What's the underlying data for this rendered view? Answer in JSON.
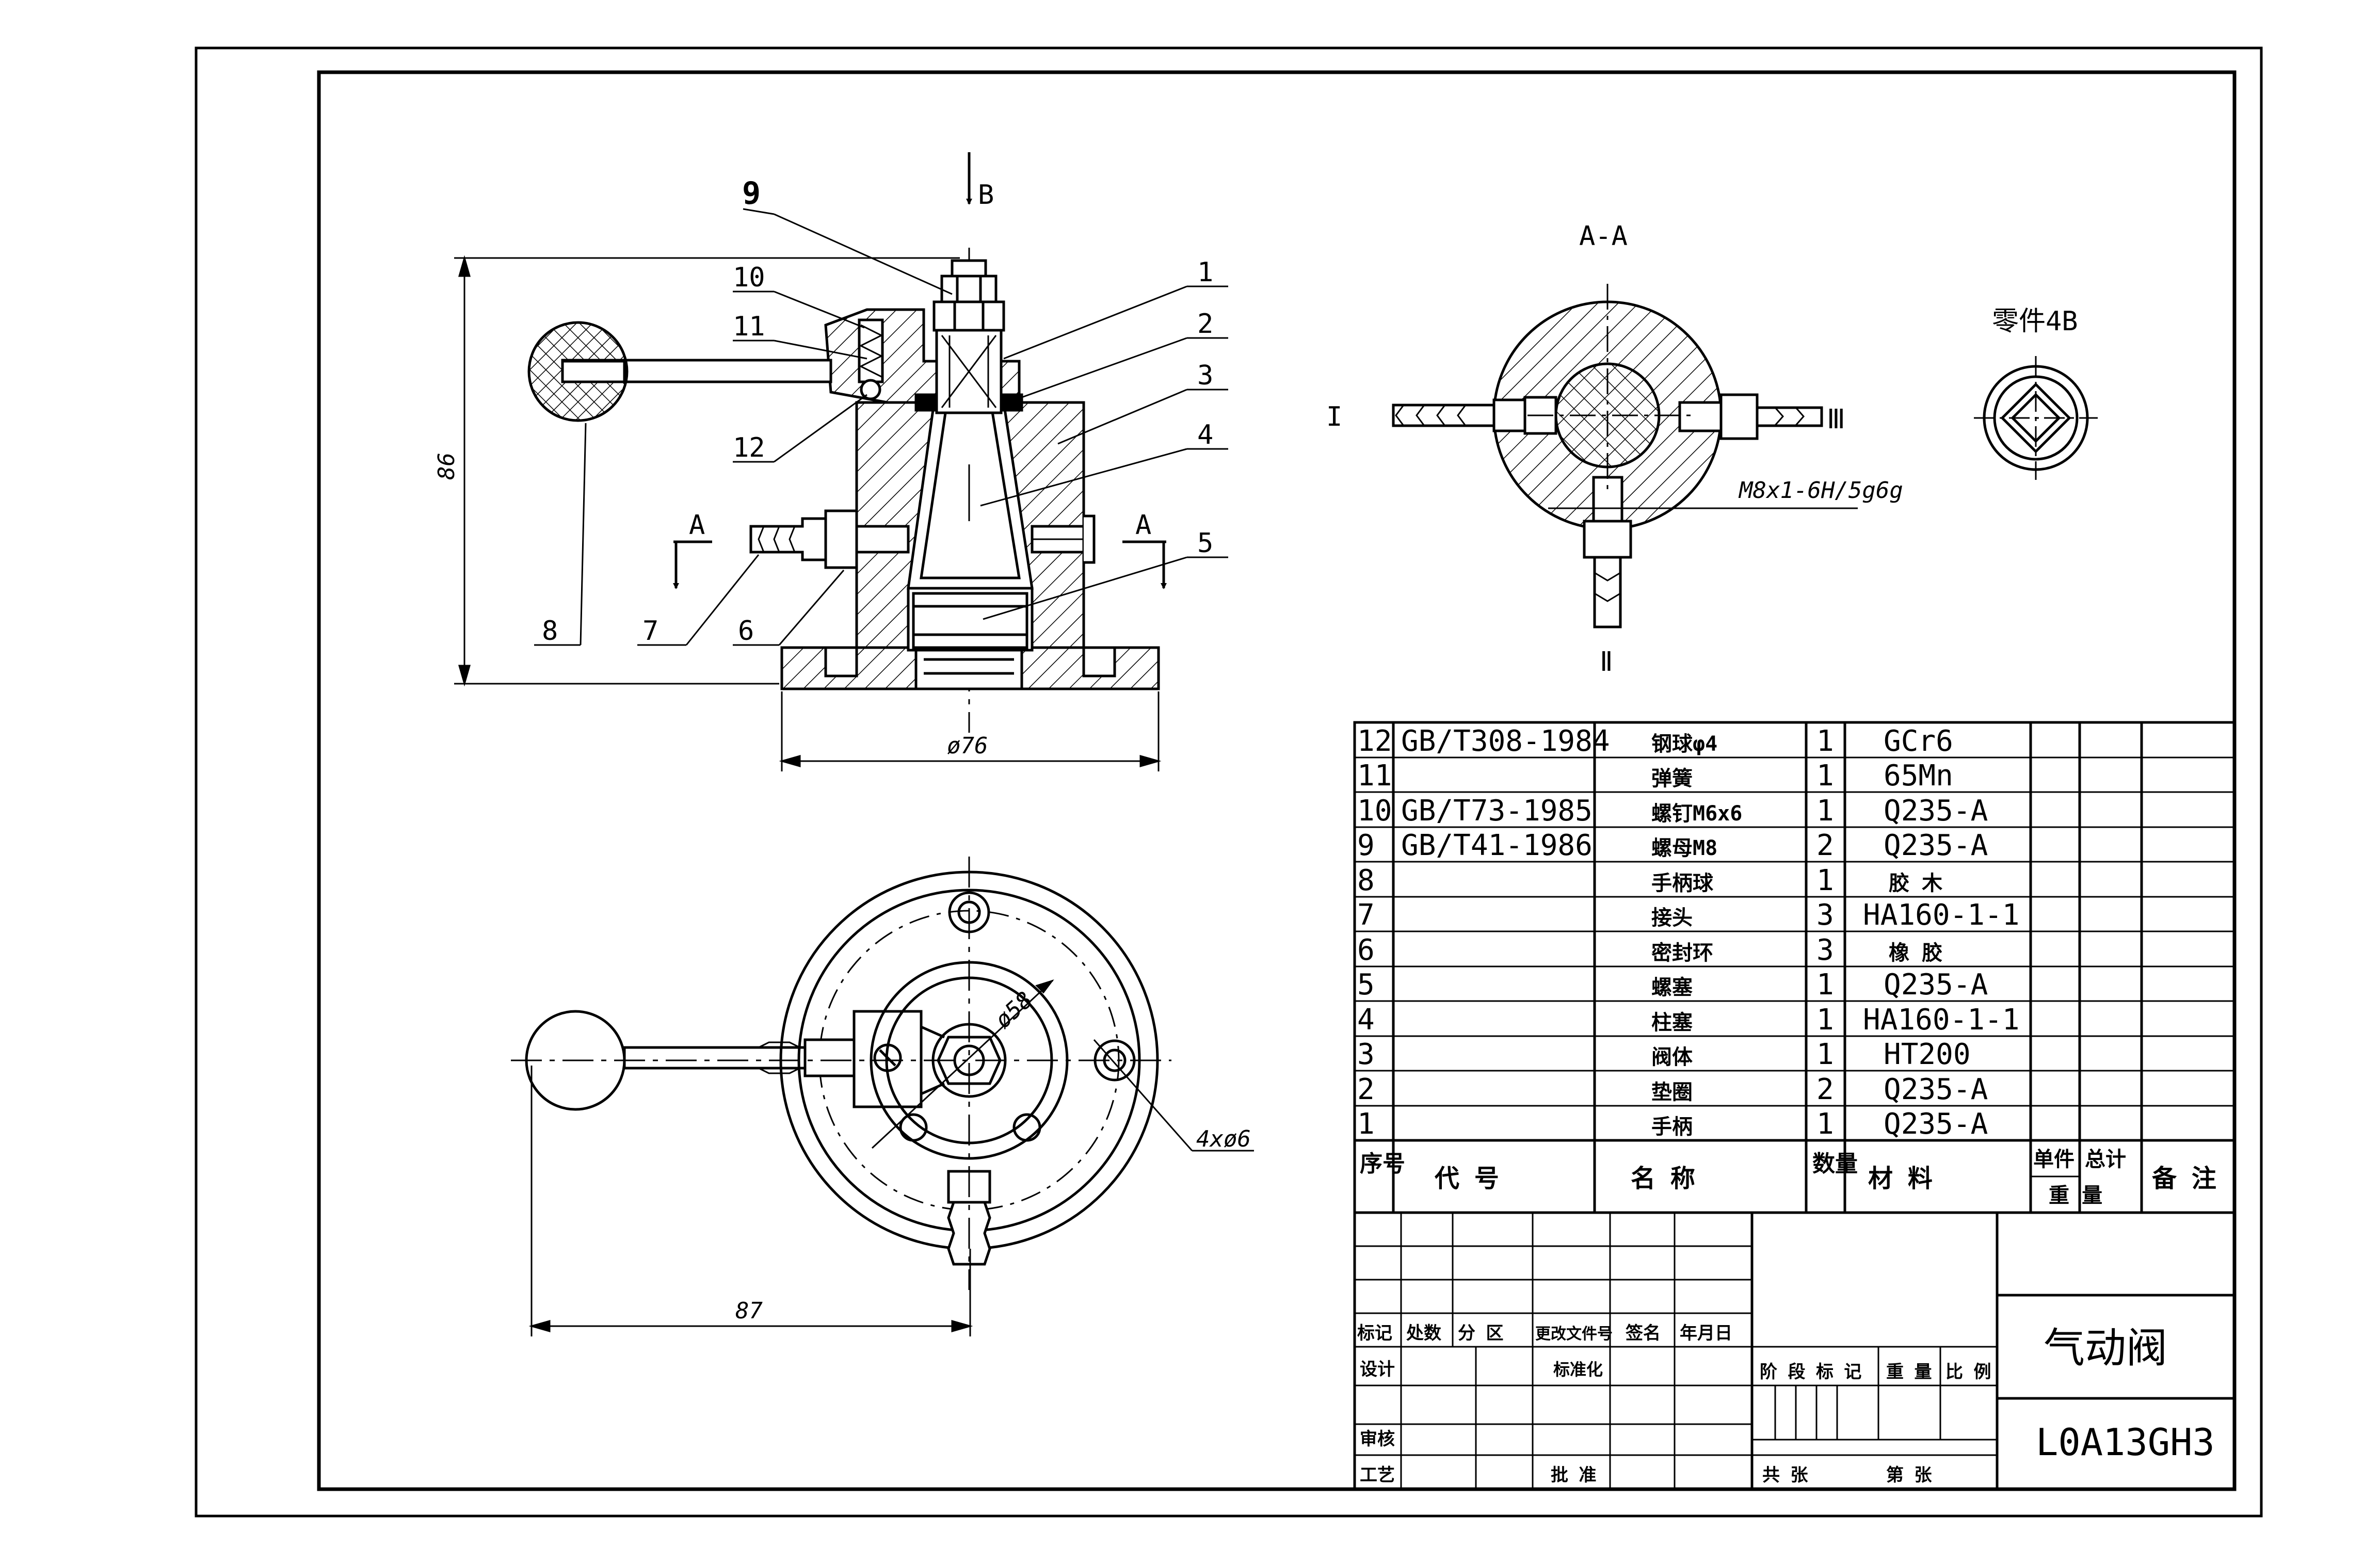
{
  "drawing": {
    "title": "气动阀",
    "drawing_number": "L0A13GH3"
  },
  "views": {
    "front_view_direction": "B",
    "section_label": "A-A",
    "section_cut_left": "A",
    "section_cut_right": "A",
    "part_view_label": "零件4B",
    "port_I": "I",
    "port_II": "Ⅱ",
    "port_III": "Ⅲ",
    "thread_note": "M8x1-6H/5g6g"
  },
  "dimensions": {
    "height": "86",
    "base_diameter": "ø76",
    "bolt_circle": "ø58",
    "holes": "4xø6",
    "handle_length": "87"
  },
  "balloons": [
    "1",
    "2",
    "3",
    "4",
    "5",
    "6",
    "7",
    "8",
    "9",
    "10",
    "11",
    "12"
  ],
  "bom": {
    "rows": [
      {
        "no": "12",
        "code": "GB/T308-1984",
        "name": "钢球φ4",
        "qty": "1",
        "material": "GCr6"
      },
      {
        "no": "11",
        "code": "",
        "name": "弹簧",
        "qty": "1",
        "material": "65Mn"
      },
      {
        "no": "10",
        "code": "GB/T73-1985",
        "name": "螺钉M6x6",
        "qty": "1",
        "material": "Q235-A"
      },
      {
        "no": "9",
        "code": "GB/T41-1986",
        "name": "螺母M8",
        "qty": "2",
        "material": "Q235-A"
      },
      {
        "no": "8",
        "code": "",
        "name": "手柄球",
        "qty": "1",
        "material": "胶 木"
      },
      {
        "no": "7",
        "code": "",
        "name": "接头",
        "qty": "3",
        "material": "HA160-1-1"
      },
      {
        "no": "6",
        "code": "",
        "name": "密封环",
        "qty": "3",
        "material": "橡 胶"
      },
      {
        "no": "5",
        "code": "",
        "name": "螺塞",
        "qty": "1",
        "material": "Q235-A"
      },
      {
        "no": "4",
        "code": "",
        "name": "柱塞",
        "qty": "1",
        "material": "HA160-1-1"
      },
      {
        "no": "3",
        "code": "",
        "name": "阀体",
        "qty": "1",
        "material": "HT200"
      },
      {
        "no": "2",
        "code": "",
        "name": "垫圈",
        "qty": "2",
        "material": "Q235-A"
      },
      {
        "no": "1",
        "code": "",
        "name": "手柄",
        "qty": "1",
        "material": "Q235-A"
      }
    ],
    "header": {
      "no": "序号",
      "code": "代 号",
      "name": "名 称",
      "qty": "数量",
      "material": "材 料",
      "unit_weight": "单件",
      "total_weight": "总计",
      "weight": "重 量",
      "remark": "备 注"
    }
  },
  "title_block": {
    "mark": "标记",
    "count": "处数",
    "zone": "分 区",
    "change_doc": "更改文件号",
    "sign": "签名",
    "date": "年月日",
    "design": "设计",
    "standardize": "标准化",
    "review": "审核",
    "process": "工艺",
    "approve": "批 准",
    "stage_mark": "阶 段 标 记",
    "weight": "重 量",
    "scale": "比 例",
    "total_sheets": "共 张",
    "sheet_no": "第 张"
  }
}
